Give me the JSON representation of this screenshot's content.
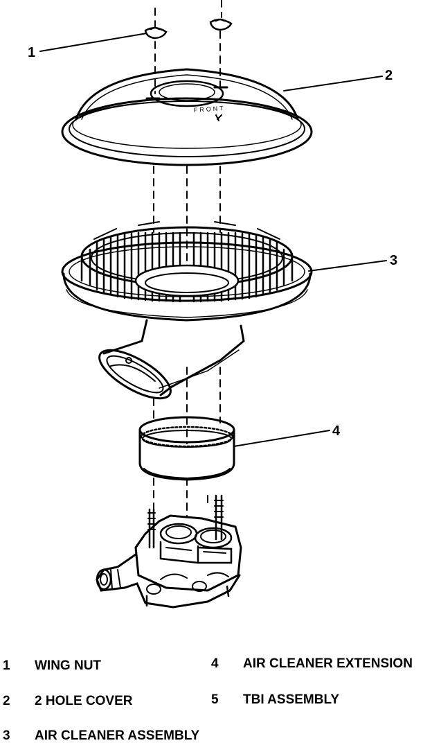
{
  "callouts": {
    "c1": "1",
    "c2": "2",
    "c3": "3",
    "c4": "4"
  },
  "legend": [
    {
      "num": "1",
      "label": "WING NUT"
    },
    {
      "num": "2",
      "label": "2 HOLE COVER"
    },
    {
      "num": "3",
      "label": "AIR CLEANER ASSEMBLY"
    },
    {
      "num": "4",
      "label": "AIR CLEANER EXTENSION"
    },
    {
      "num": "5",
      "label": "TBI ASSEMBLY"
    }
  ],
  "cover_text": "FRONT"
}
